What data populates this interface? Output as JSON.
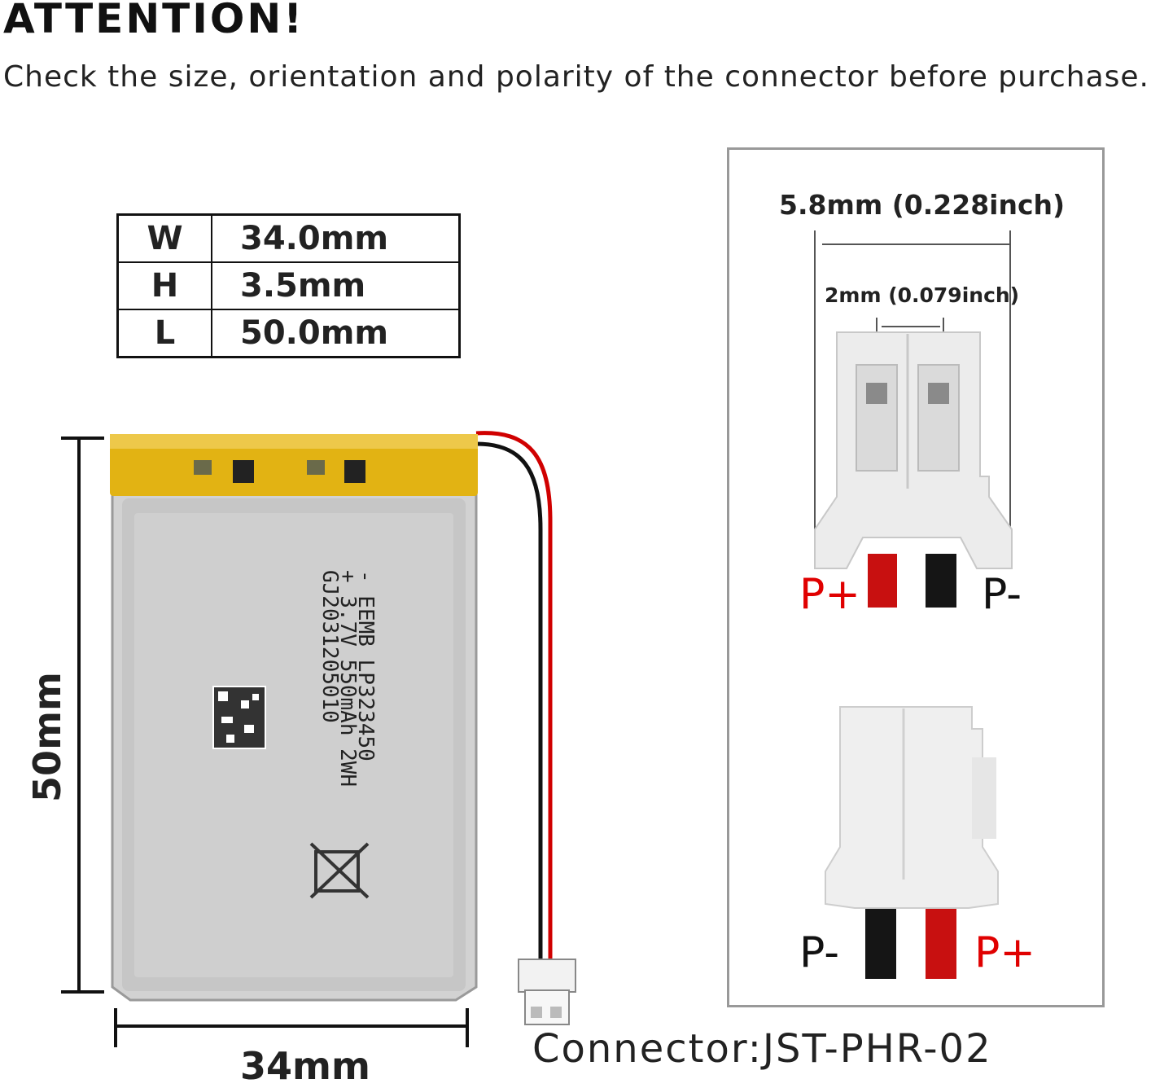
{
  "heading": "ATTENTION!",
  "subheading": "Check the size, orientation and polarity of the connector before purchase.",
  "dimensions_table": [
    {
      "key": "W",
      "value": "34.0mm"
    },
    {
      "key": "H",
      "value": "3.5mm"
    },
    {
      "key": "L",
      "value": "50.0mm"
    }
  ],
  "battery": {
    "height_label": "50mm",
    "width_label": "34mm",
    "label_lines": [
      "- EEMB LP323450",
      "+ 3.7V 550mAh 2WH",
      "GJ2031205010"
    ]
  },
  "connector": {
    "outer_width_label": "5.8mm (0.228inch)",
    "pitch_label": "2mm (0.079inch)",
    "top_view": {
      "left_polarity": "P+",
      "right_polarity": "P-"
    },
    "bottom_view": {
      "left_polarity": "P-",
      "right_polarity": "P+"
    },
    "name": "Connector:JST-PHR-02"
  },
  "colors": {
    "positive": "#e00000",
    "negative": "#111111",
    "tape": "#e2b313",
    "battery_body": "#cfcfcf"
  }
}
